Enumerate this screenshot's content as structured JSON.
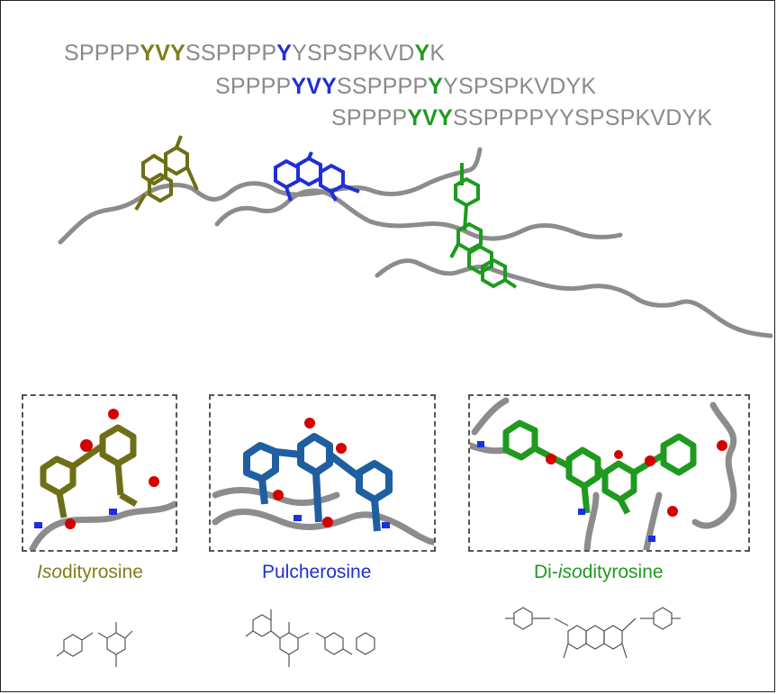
{
  "sequences": [
    {
      "parts": [
        {
          "text": "SPPPP",
          "color": "#8a8a8a",
          "bold": false
        },
        {
          "text": "YVY",
          "color": "#7f7f1a",
          "bold": true
        },
        {
          "text": "SSPPPP",
          "color": "#8a8a8a",
          "bold": false
        },
        {
          "text": "Y",
          "color": "#1f2fd6",
          "bold": true
        },
        {
          "text": "YSPSPKVD",
          "color": "#8a8a8a",
          "bold": false
        },
        {
          "text": "Y",
          "color": "#1f9a1f",
          "bold": true
        },
        {
          "text": "K",
          "color": "#8a8a8a",
          "bold": false
        }
      ]
    },
    {
      "parts": [
        {
          "text": "SPPPP",
          "color": "#8a8a8a",
          "bold": false
        },
        {
          "text": "YVY",
          "color": "#1f2fd6",
          "bold": true
        },
        {
          "text": "SSPPPP",
          "color": "#8a8a8a",
          "bold": false
        },
        {
          "text": "Y",
          "color": "#1f9a1f",
          "bold": true
        },
        {
          "text": "YSPSPKVDYK",
          "color": "#8a8a8a",
          "bold": false
        }
      ]
    },
    {
      "parts": [
        {
          "text": "SPPPP",
          "color": "#8a8a8a",
          "bold": false
        },
        {
          "text": "YVY",
          "color": "#1f9a1f",
          "bold": true
        },
        {
          "text": "SSPPPPYYSPSPKVDYK",
          "color": "#8a8a8a",
          "bold": false
        }
      ]
    }
  ],
  "panels": {
    "isodityrosine": {
      "label_prefix_italic": "Iso",
      "label_rest": "dityrosine",
      "color": "#7f7f1a"
    },
    "pulcherosine": {
      "label": "Pulcherosine",
      "color": "#1f2fd6"
    },
    "diisodityrosine": {
      "label_start": "Di-",
      "label_italic": "iso",
      "label_rest": "dityrosine",
      "color": "#1f9a1f"
    }
  },
  "colors": {
    "olive": "#7f7f1a",
    "blue": "#1f2fd6",
    "green": "#1f9a1f",
    "gray_text": "#8a8a8a",
    "backbone": "#8c8c8c",
    "steel_blue": "#1f5fa0"
  }
}
